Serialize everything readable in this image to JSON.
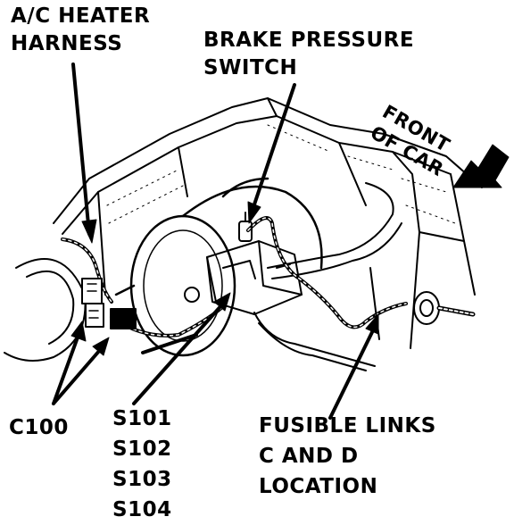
{
  "labels": {
    "ac_heater_harness": [
      "A/C HEATER",
      "HARNESS"
    ],
    "brake_pressure_switch": [
      "BRAKE PRESSURE",
      "SWITCH"
    ],
    "front_of_car": [
      "FRONT",
      "OF CAR"
    ],
    "fusible_links": [
      "FUSIBLE LINKS",
      "C AND D",
      "LOCATION"
    ],
    "splices": [
      "S101",
      "S102",
      "S103",
      "S104"
    ],
    "connector": "C100"
  },
  "colors": {
    "ink": "#000000",
    "paper": "#ffffff"
  }
}
